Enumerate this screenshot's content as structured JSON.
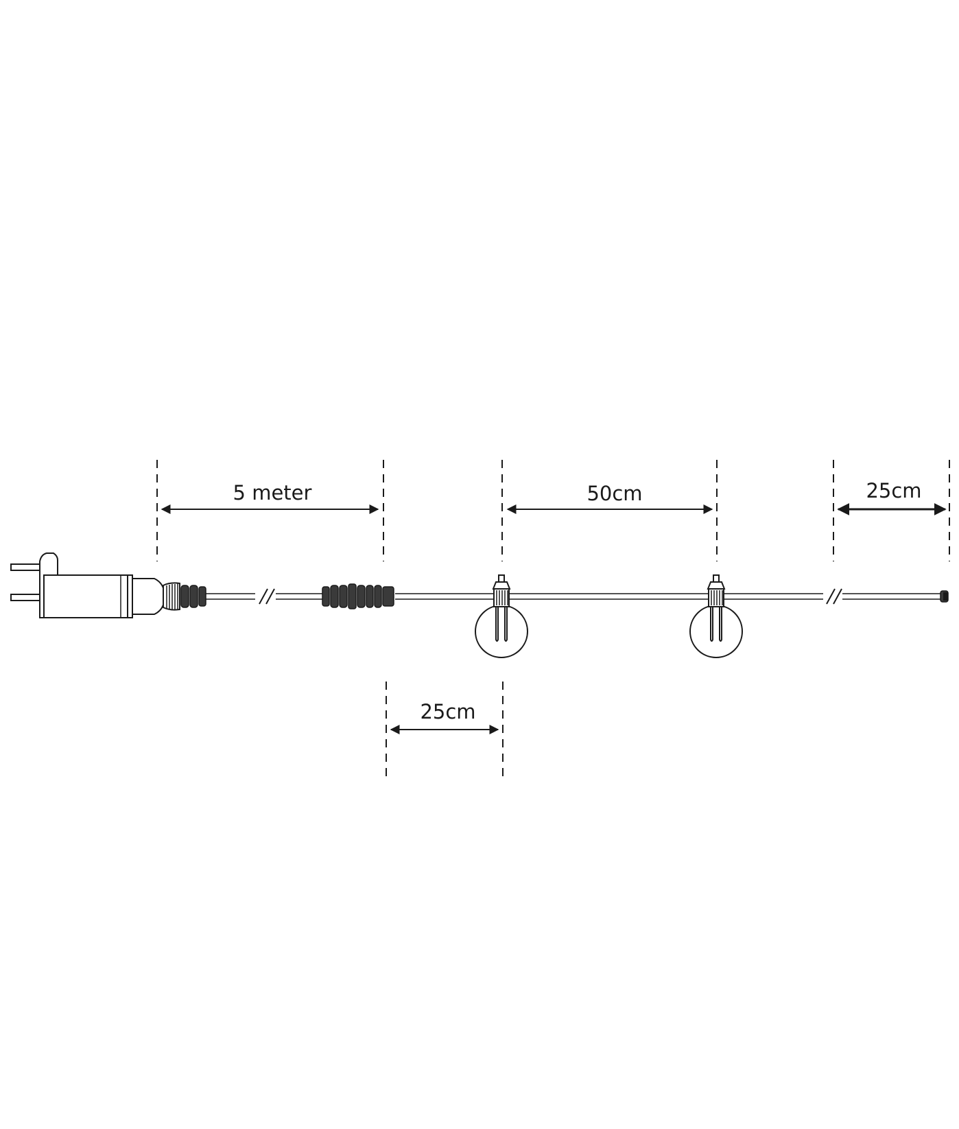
{
  "dimensions": {
    "lead_cable": "5 meter",
    "bulb_spacing": "50cm",
    "end_cable": "25cm",
    "first_bulb_offset": "25cm"
  },
  "colors": {
    "line": "#1a1a1a",
    "background": "#ffffff"
  }
}
